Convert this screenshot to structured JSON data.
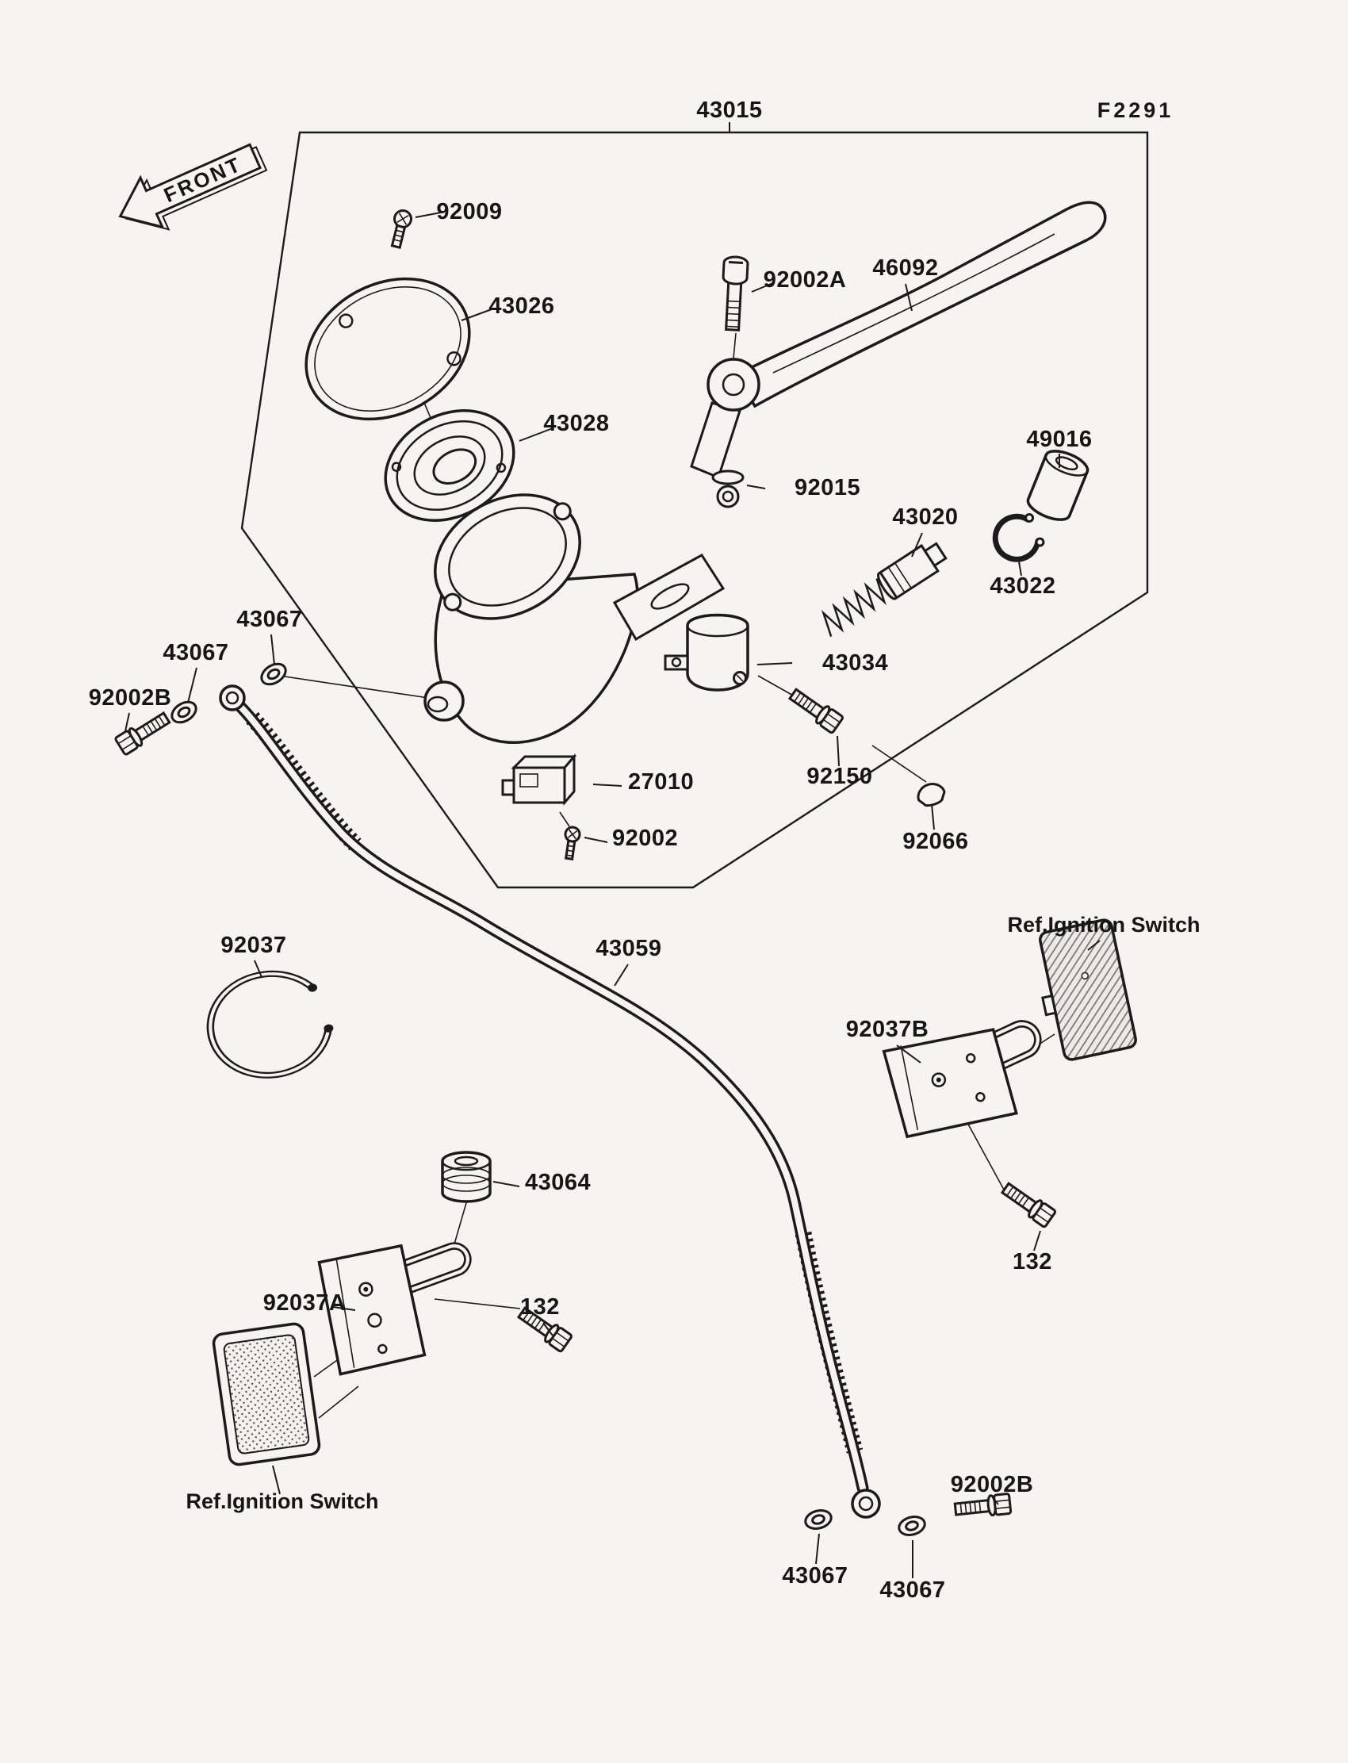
{
  "diagram": {
    "assembly_number": "43015",
    "figure_code": "F2291",
    "front_marker": "FRONT"
  },
  "part_labels": {
    "l92009": "92009",
    "l43026": "43026",
    "l92002a": "92002A",
    "l46092": "46092",
    "l43028": "43028",
    "l49016": "49016",
    "l92015": "92015",
    "l43020": "43020",
    "l43022": "43022",
    "l43034": "43034",
    "l43067_a": "43067",
    "l43067_b": "43067",
    "l92002b_left": "92002B",
    "l27010": "27010",
    "l92150": "92150",
    "l92002": "92002",
    "l92066": "92066",
    "l92037": "92037",
    "l43059": "43059",
    "ref_ignition_right": "Ref.Ignition Switch",
    "l92037b": "92037B",
    "l132_right": "132",
    "l43064": "43064",
    "l92037a": "92037A",
    "l132_mid": "132",
    "ref_ignition_left": "Ref.Ignition Switch",
    "l92002b_bottom": "92002B",
    "l43067_c": "43067",
    "l43067_d": "43067"
  }
}
